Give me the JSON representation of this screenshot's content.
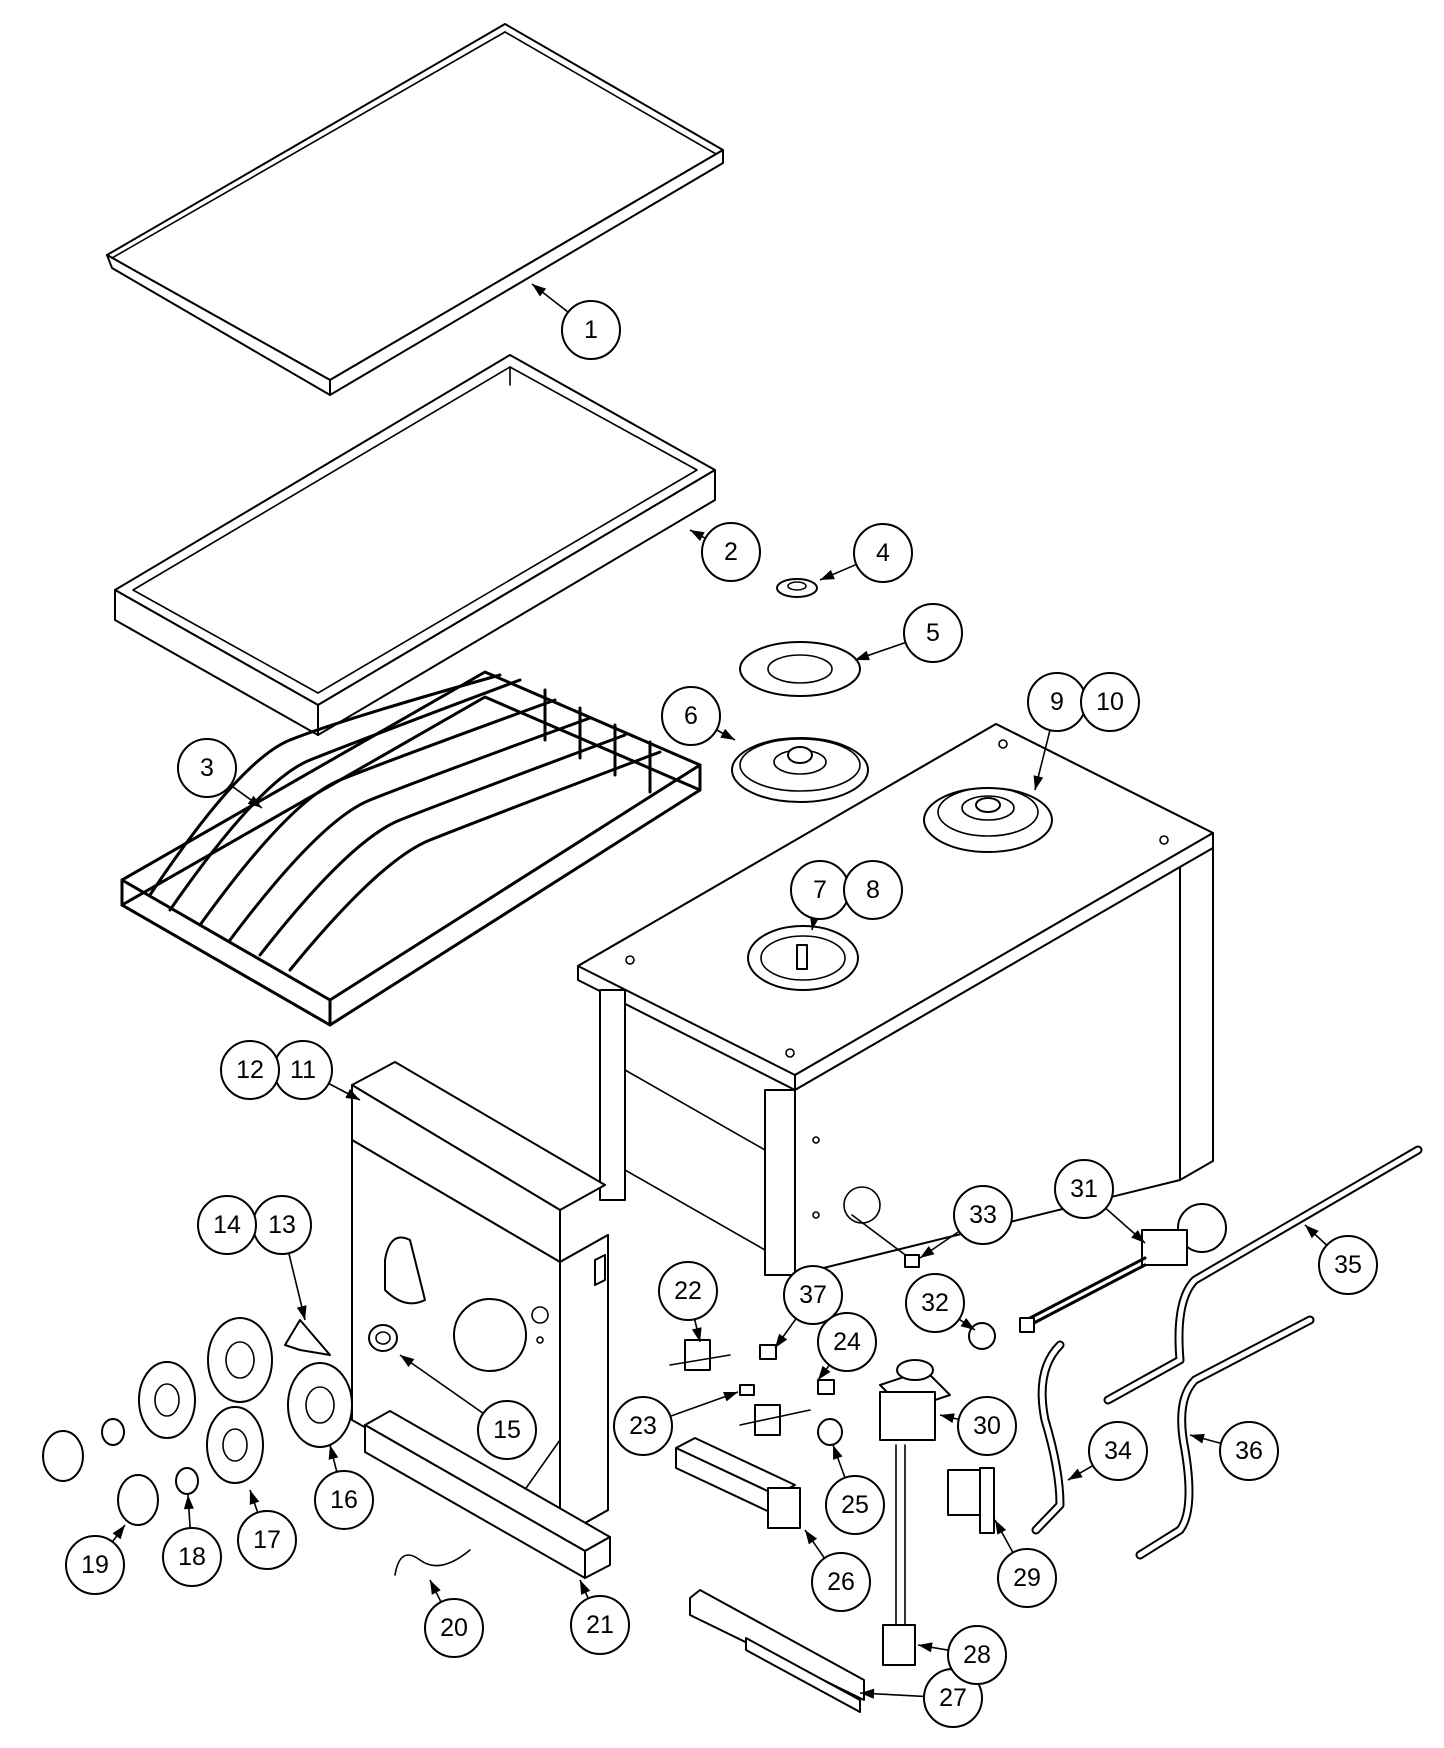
{
  "diagram": {
    "callouts": [
      {
        "label": "1"
      },
      {
        "label": "2"
      },
      {
        "label": "3"
      },
      {
        "label": "4"
      },
      {
        "label": "5"
      },
      {
        "label": "6"
      },
      {
        "label": "7"
      },
      {
        "label": "8"
      },
      {
        "label": "9"
      },
      {
        "label": "10"
      },
      {
        "label": "11"
      },
      {
        "label": "12"
      },
      {
        "label": "13"
      },
      {
        "label": "14"
      },
      {
        "label": "15"
      },
      {
        "label": "16"
      },
      {
        "label": "17"
      },
      {
        "label": "18"
      },
      {
        "label": "19"
      },
      {
        "label": "20"
      },
      {
        "label": "21"
      },
      {
        "label": "22"
      },
      {
        "label": "23"
      },
      {
        "label": "24"
      },
      {
        "label": "25"
      },
      {
        "label": "26"
      },
      {
        "label": "27"
      },
      {
        "label": "28"
      },
      {
        "label": "29"
      },
      {
        "label": "30"
      },
      {
        "label": "31"
      },
      {
        "label": "32"
      },
      {
        "label": "33"
      },
      {
        "label": "34"
      },
      {
        "label": "35"
      },
      {
        "label": "36"
      },
      {
        "label": "37"
      }
    ]
  }
}
